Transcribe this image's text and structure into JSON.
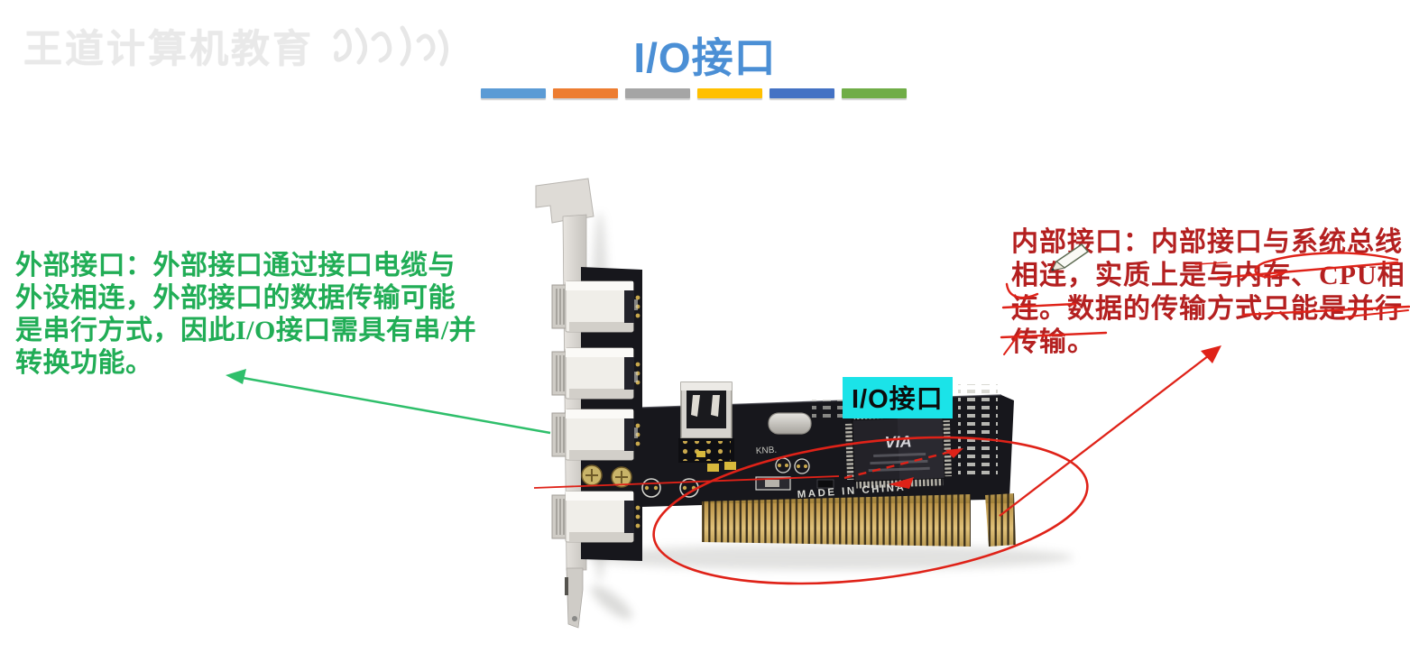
{
  "watermark": {
    "text": "王道计算机教育"
  },
  "title": {
    "text": "I/O接口",
    "color": "#4b8fd5"
  },
  "divider_colors": [
    "#5B9BD5",
    "#ED7D31",
    "#A5A5A5",
    "#FFC000",
    "#4472C4",
    "#70AD47"
  ],
  "left_note": {
    "color": "#21ad56",
    "lines": [
      "外部接口：外部接口通过接口电缆与",
      "外设相连，外部接口的数据传输可能",
      "是串行方式，因此I/O接口需具有串/并",
      "转换功能。"
    ]
  },
  "right_note": {
    "color": "#b42020",
    "lines": [
      "内部接口：内部接口与系统总线",
      "相连，实质上是与内存、CPU相",
      "连。数据的传输方式只能是并行",
      "传输。"
    ]
  },
  "photo": {
    "label": "I/O接口",
    "label_bg": "#1be3e8",
    "chip_brand": "VIA",
    "pcb_text": "MADE IN CHINA",
    "pcb_marking": "KNB.",
    "pen_red": "#df2218",
    "arrow_green": "#2fbf6b"
  }
}
